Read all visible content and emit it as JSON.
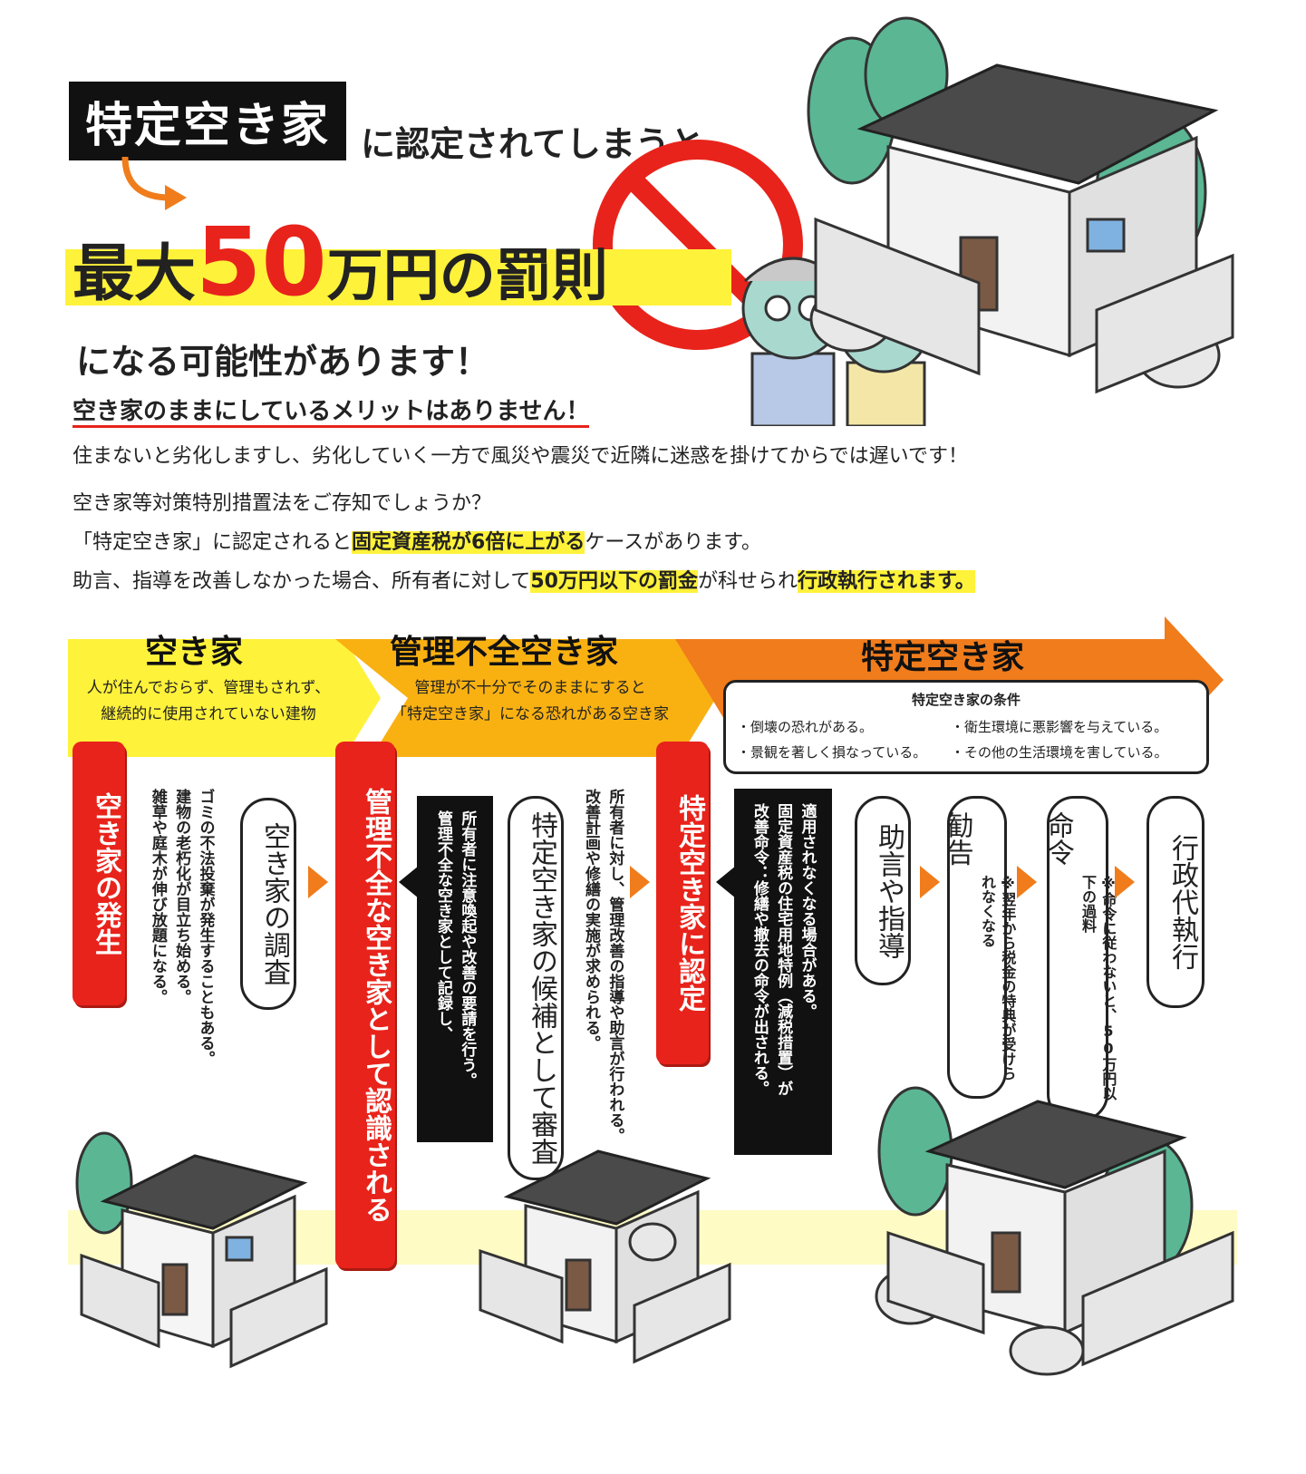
{
  "headline": {
    "tag": "特定空き家",
    "after_tag": "に認定されてしまうと",
    "penalty_prefix": "最大",
    "penalty_number": "50",
    "penalty_suffix": "万円の罰則",
    "line3": "になる可能性があります！"
  },
  "intro": {
    "subheading": "空き家のままにしているメリットはありません！",
    "line1": "住まないと劣化しますし、劣化していく一方で風災や震災で近隣に迷惑を掛けてからでは遅いです！",
    "line2": "空き家等対策特別措置法をご存知でしょうか？",
    "line3_a": "「特定空き家」に認定されると",
    "line3_hl": "固定資産税が6倍に上がる",
    "line3_b": "ケースがあります。",
    "line4_a": "助言、指導を改善しなかった場合、所有者に対して",
    "line4_hl1": "50万円以下の罰金",
    "line4_b": "が科せられ",
    "line4_hl2": "行政執行されます。"
  },
  "stages": [
    {
      "title": "空き家",
      "desc_line1": "人が住んでおらず、管理もされず、",
      "desc_line2": "継続的に使用されていない建物"
    },
    {
      "title": "管理不全空き家",
      "desc_line1": "管理が不十分でそのままにすると",
      "desc_line2": "「特定空き家」になる恐れがある空き家"
    },
    {
      "title": "特定空き家"
    }
  ],
  "conditions": {
    "title": "特定空き家の条件",
    "items": [
      "・倒壊の恐れがある。",
      "・衛生環境に悪影響を与えている。",
      "・景観を著しく損なっている。",
      "・その他の生活環境を害している。"
    ]
  },
  "flow": {
    "occurrence": "空き家の発生",
    "occurrence_note": [
      "雑草や庭木が伸び放題になる。",
      "建物の老朽化が目立ち始める。",
      "ゴミの不法投棄が発生することもある。"
    ],
    "survey": "空き家の調査",
    "recognized": "管理不全な空き家として認識される",
    "recognized_note": [
      "管理不全な空き家として記録し、",
      "所有者に注意喚起や改善の要請を行う。"
    ],
    "candidate": "特定空き家の候補として審査",
    "candidate_note": [
      "改善計画や修繕の実施が求められる。",
      "所有者に対し、管理改善の指導や助言が行われる。"
    ],
    "certified": "特定空き家に認定",
    "certified_note": [
      "改善命令：修繕や撤去の命令が出される。",
      "固定資産税の住宅用地特例（減税措置）が",
      "適用されなくなる場合がある。"
    ],
    "advice": "助言や指導",
    "recommendation": "勧告",
    "recommendation_note": "※翌年から税金の特典が受けられなくなる",
    "order": "命令",
    "order_note": "※命令に従わないと、50万円以下の過料",
    "execution": "行政代執行"
  },
  "colors": {
    "red": "#e8231b",
    "yellow": "#fff23a",
    "orange": "#f07c1c",
    "amber": "#f9b112"
  }
}
